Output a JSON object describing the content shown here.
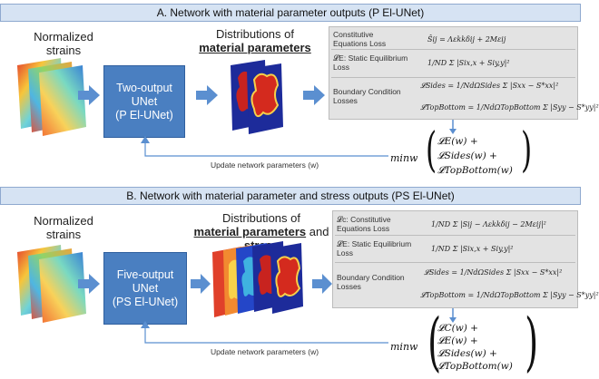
{
  "section_a": {
    "title": "A. Network with material parameter outputs (P El-UNet)",
    "input_label_1": "Normalized",
    "input_label_2": "strains",
    "net_label": "Two-output UNet (P El-UNet)",
    "net_l1": "Two-output",
    "net_l2": "UNet",
    "net_l3": "(P El-UNet)",
    "dist_label_1": "Distributions of",
    "dist_label_2": "material parameters",
    "loss_constitutive": "Constitutive Equations Loss",
    "loss_c1": "Constitutive",
    "loss_c2": "Equations Loss",
    "eq_constitutive": "Ŝij = Λεkkδij + 2Mεij",
    "loss_e1": "𝓛E: Static Equilibrium",
    "loss_e2": "Loss",
    "eq_static": "1/ND Σ |Six,x + Siy,y|²",
    "loss_b1": "Boundary Condition",
    "loss_b2": "Losses",
    "eq_sides": "𝓛Sides = 1/NdΩSides Σ |Sxx − S*xx|²",
    "eq_topbottom": "𝓛TopBottom = 1/NdΩTopBottom Σ |Syy − S*yy|²",
    "update_label": "Update network parameters (w)",
    "min_w": "minw",
    "terms": [
      "𝓛E(w) +",
      "𝓛Sides(w) +",
      "𝓛TopBottom(w)"
    ]
  },
  "section_b": {
    "title": "B. Network with material parameter and stress outputs (PS El-UNet)",
    "input_label_1": "Normalized",
    "input_label_2": "strains",
    "net_l1": "Five-output",
    "net_l2": "UNet",
    "net_l3": "(PS El-UNet)",
    "dist_label_1": "Distributions of",
    "dist_label_2a": "material parameters",
    "dist_label_2b": " and ",
    "dist_label_2c": "stress",
    "loss_c1": "𝓛c: Constitutive",
    "loss_c2": "Equations Loss",
    "eq_constitutive": "1/ND Σ |Sij − Λεkkδij − 2Mεij|²",
    "loss_e1": "𝓛E: Static Equilibrium",
    "loss_e2": "Loss",
    "eq_static": "1/ND Σ |Six,x + Siy,y|²",
    "loss_b1": "Boundary Condition",
    "loss_b2": "Losses",
    "eq_sides": "𝓛Sides = 1/NdΩSides Σ |Sxx − S*xx|²",
    "eq_topbottom": "𝓛TopBottom = 1/NdΩTopBottom Σ |Syy − S*yy|²",
    "update_label": "Update network parameters (w)",
    "min_w": "minw",
    "terms": [
      "𝓛C(w) +",
      "𝓛E(w) +",
      "𝓛Sides(w) +",
      "𝓛TopBottom(w)"
    ]
  },
  "colors": {
    "banner_bg": "#d6e3f3",
    "net_box": "#4a7fc1",
    "arrow": "#5b8fd0",
    "loss_bg": "#e3e3e3"
  }
}
